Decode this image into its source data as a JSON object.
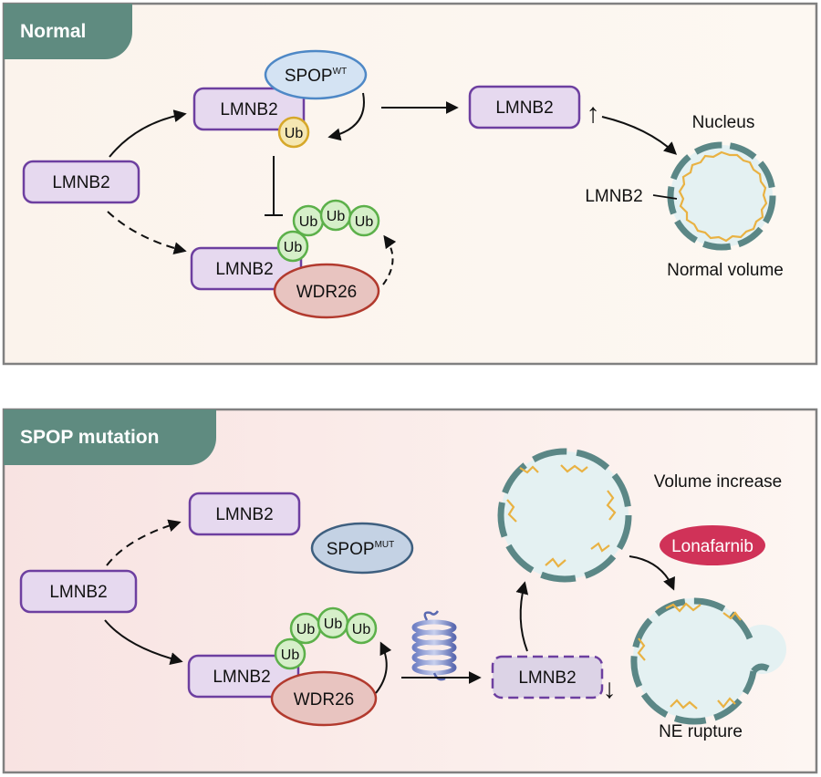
{
  "panels": {
    "normal": {
      "tab_label": "Normal",
      "lmnb2_source": "LMNB2",
      "lmnb2_spop_bound": "LMNB2",
      "spop": "SPOP",
      "spop_sup": "WT",
      "ub_single": "Ub",
      "lmnb2_wdr26_bound": "LMNB2",
      "wdr26": "WDR26",
      "ub_chain": [
        "Ub",
        "Ub",
        "Ub",
        "Ub"
      ],
      "lmnb2_result": "LMNB2",
      "up_arrow": "↑",
      "nucleus_label": "Nucleus",
      "lmnb2_pointer": "LMNB2",
      "nucleus_caption": "Normal volume"
    },
    "mutation": {
      "tab_label": "SPOP mutation",
      "lmnb2_source": "LMNB2",
      "lmnb2_free": "LMNB2",
      "spop": "SPOP",
      "spop_sup": "MUT",
      "lmnb2_wdr26_bound": "LMNB2",
      "wdr26": "WDR26",
      "ub_chain": [
        "Ub",
        "Ub",
        "Ub",
        "Ub"
      ],
      "lmnb2_result": "LMNB2",
      "down_arrow": "↓",
      "volume_caption": "Volume increase",
      "drug": "Lonafarnib",
      "rupture_caption": "NE rupture"
    }
  },
  "colors": {
    "tab_green": "#5f8b80",
    "lmnb2_fill": "#e6d9ef",
    "lmnb2_stroke": "#6d3fa0",
    "spop_wt_fill": "#d4e3f3",
    "spop_wt_stroke": "#4e88c6",
    "spop_mut_fill": "#c4d2e4",
    "spop_mut_stroke": "#3e5f7f",
    "wdr26_fill": "#e8c4c0",
    "wdr26_stroke": "#b23a2e",
    "ub_green_fill": "#d6efc9",
    "ub_green_stroke": "#5cb04a",
    "ub_gold_fill": "#f5e7b2",
    "ub_gold_stroke": "#d6a82a",
    "nucleus_fill": "#e4f1f2",
    "nucleus_stroke": "#5b8786",
    "lamina_zigzag": "#e9b243",
    "drug_fill": "#d03258"
  }
}
